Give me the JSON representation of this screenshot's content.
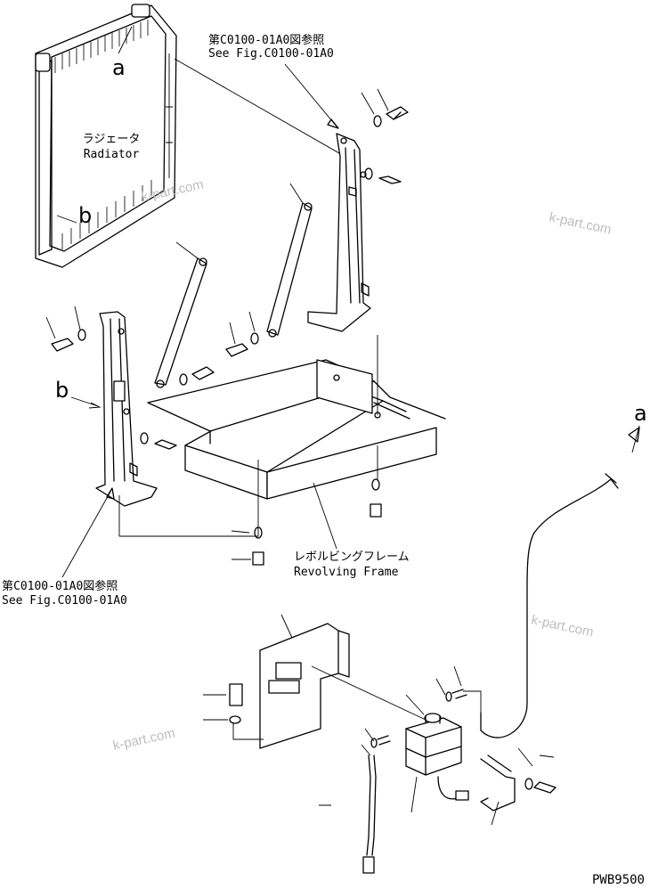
{
  "refs": {
    "top_jp": "第C0100-01A0図参照",
    "top_en": "See Fig.C0100-01A0",
    "bottom_jp": "第C0100-01A0図参照",
    "bottom_en": "See Fig.C0100-01A0"
  },
  "radiator": {
    "jp": "ラジェータ",
    "en": "Radiator"
  },
  "frame": {
    "jp": "レボルビングフレーム",
    "en": "Revolving Frame"
  },
  "callouts": {
    "a1": "a",
    "b1": "b",
    "b2": "b",
    "a2": "a"
  },
  "watermarks": [
    "k-part.com",
    "k-part.com",
    "k-part.com",
    "k-part.com"
  ],
  "drawing_code": "PWB9500"
}
